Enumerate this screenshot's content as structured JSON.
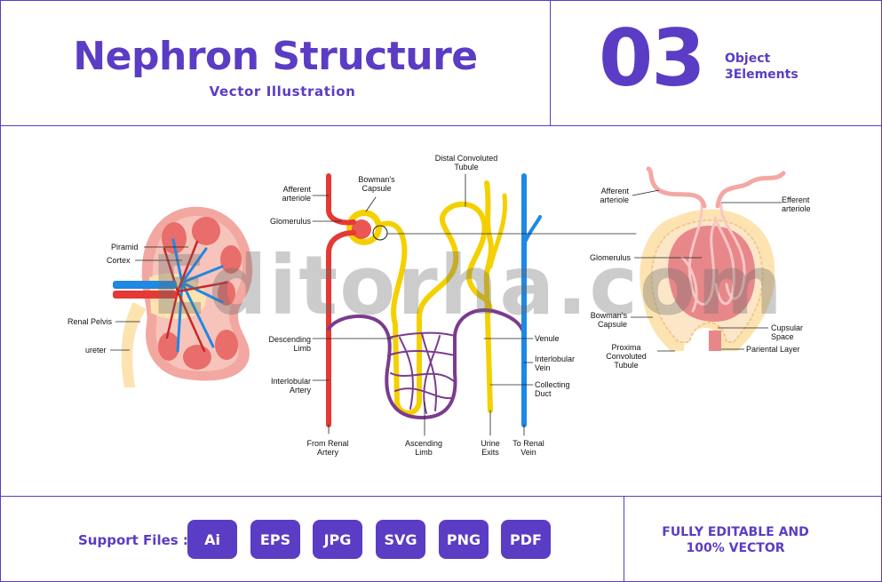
{
  "header": {
    "title": "Nephron Structure",
    "subtitle": "Vector Illustration",
    "count": "03",
    "count_word": "Object",
    "count_label": "3Elements"
  },
  "watermark": "Editorha.com",
  "kidney_labels": {
    "piramid": "Piramid",
    "cortex": "Cortex",
    "renal_pelvis": "Renal Pelvis",
    "ureter": "ureter"
  },
  "nephron_labels": {
    "afferent_arteriole_1": "Afferent",
    "afferent_arteriole_2": "arteriole",
    "bowmans_capsule_1": "Bowman's",
    "bowmans_capsule_2": "Capsule",
    "glomerulus": "Glomerulus",
    "distal_1": "Distal Convoluted",
    "distal_2": "Tubule",
    "descending_1": "Descending",
    "descending_2": "Limb",
    "interlobular_artery_1": "Interlobular",
    "interlobular_artery_2": "Artery",
    "from_renal_1": "From Renal",
    "from_renal_2": "Artery",
    "ascending_1": "Ascending",
    "ascending_2": "Limb",
    "urine_1": "Urine",
    "urine_2": "Exits",
    "to_renal_1": "To Renal",
    "to_renal_2": "Vein",
    "venule": "Venule",
    "interlobular_vein_1": "Interlobular",
    "interlobular_vein_2": "Vein",
    "collecting_1": "Collecting",
    "collecting_2": "Duct"
  },
  "capsule_labels": {
    "afferent_1": "Afferent",
    "afferent_2": "arteriole",
    "efferent_1": "Efferent",
    "efferent_2": "arteriole",
    "glomerulus": "Glomerulus",
    "bowmans_1": "Bowman's",
    "bowmans_2": "Capsule",
    "cupsular_1": "Cupsular",
    "cupsular_2": "Space",
    "proxima_1": "Proxima",
    "proxima_2": "Convoluted",
    "proxima_3": "Tubule",
    "pariental": "Pariental Layer"
  },
  "footer": {
    "support_label": "Support Files :",
    "formats": [
      "Ai",
      "EPS",
      "JPG",
      "SVG",
      "PNG",
      "PDF"
    ],
    "editable_1": "FULLY EDITABLE  AND",
    "editable_2": "100% VECTOR"
  },
  "colors": {
    "brand": "#5b3cc4",
    "artery": "#e53935",
    "vein": "#1e88e5",
    "tubule": "#f4d000",
    "capillary": "#7b3b8f",
    "kidney_outer": "#f2a7a0",
    "kidney_inner": "#e76f6a",
    "capsule_fill": "#e8878a",
    "capsule_shell": "#fde3b0"
  }
}
